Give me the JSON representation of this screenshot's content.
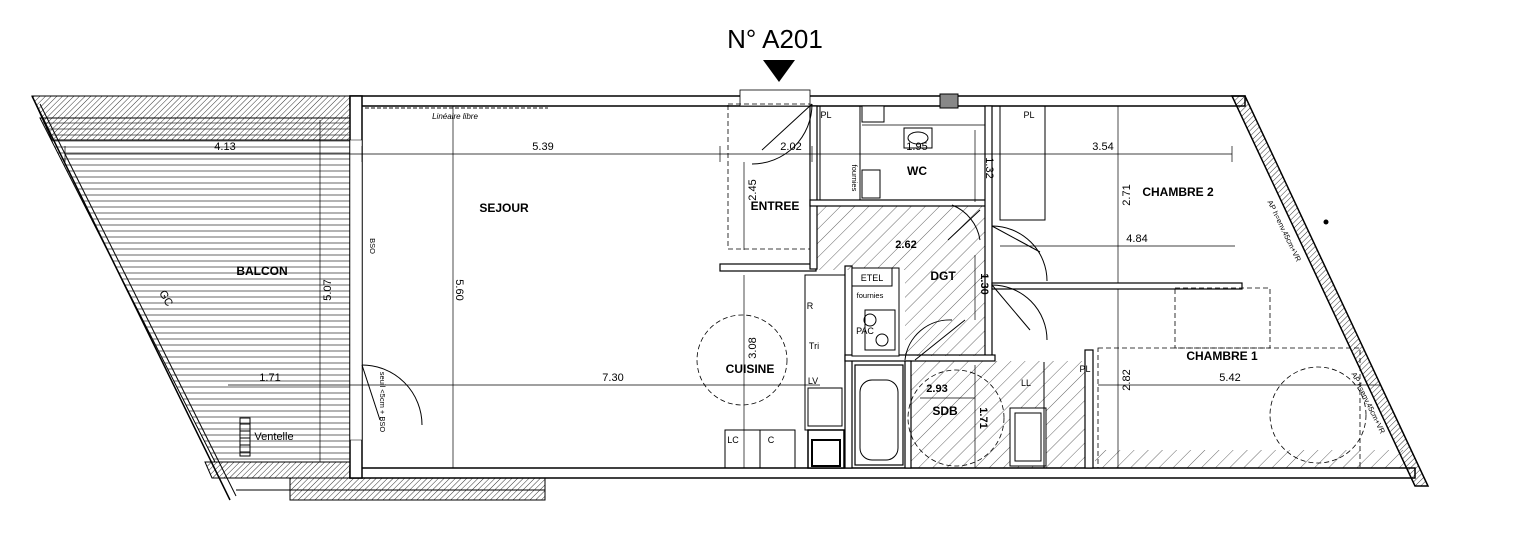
{
  "plan": {
    "title": "N° A201",
    "rooms": {
      "sejour": "SEJOUR",
      "balcon": "BALCON",
      "entree": "ENTREE",
      "wc": "WC",
      "cuisine": "CUISINE",
      "dgt": "DGT",
      "sdb": "SDB",
      "chambre2": "CHAMBRE 2",
      "chambre1": "CHAMBRE 1"
    },
    "dimensions": {
      "d413": "4.13",
      "d539": "5.39",
      "d202": "2.02",
      "d195": "1.95",
      "d132": "1.32",
      "d354": "3.54",
      "d245": "2.45",
      "d271": "2.71",
      "d262": "2.62",
      "d484": "4.84",
      "d507": "5.07",
      "d560": "5.60",
      "d130": "1.30",
      "d308": "3.08",
      "d730": "7.30",
      "d171a": "1.71",
      "d293": "2.93",
      "d171b": "1.71",
      "d282": "2.82",
      "d542": "5.42"
    },
    "labels": {
      "lineaire": "Linéaire libre",
      "pl1": "PL",
      "pl2": "PL",
      "pl3": "PL",
      "etel": "ETEL",
      "pac": "PAC",
      "fourniesWc": "fournies",
      "fourniesEtel": "fournies",
      "r": "R",
      "tri": "Tri",
      "lv": "LV",
      "lc": "LC",
      "c": "C",
      "ll": "LL",
      "gc": "GC",
      "ventelle": "Ventelle",
      "bso": "BSO",
      "seuil": "seuil <5cm + BSO",
      "ap1": "AP h=env.45cm+VR",
      "ap2": "AP h=env.45cm+VR"
    }
  }
}
